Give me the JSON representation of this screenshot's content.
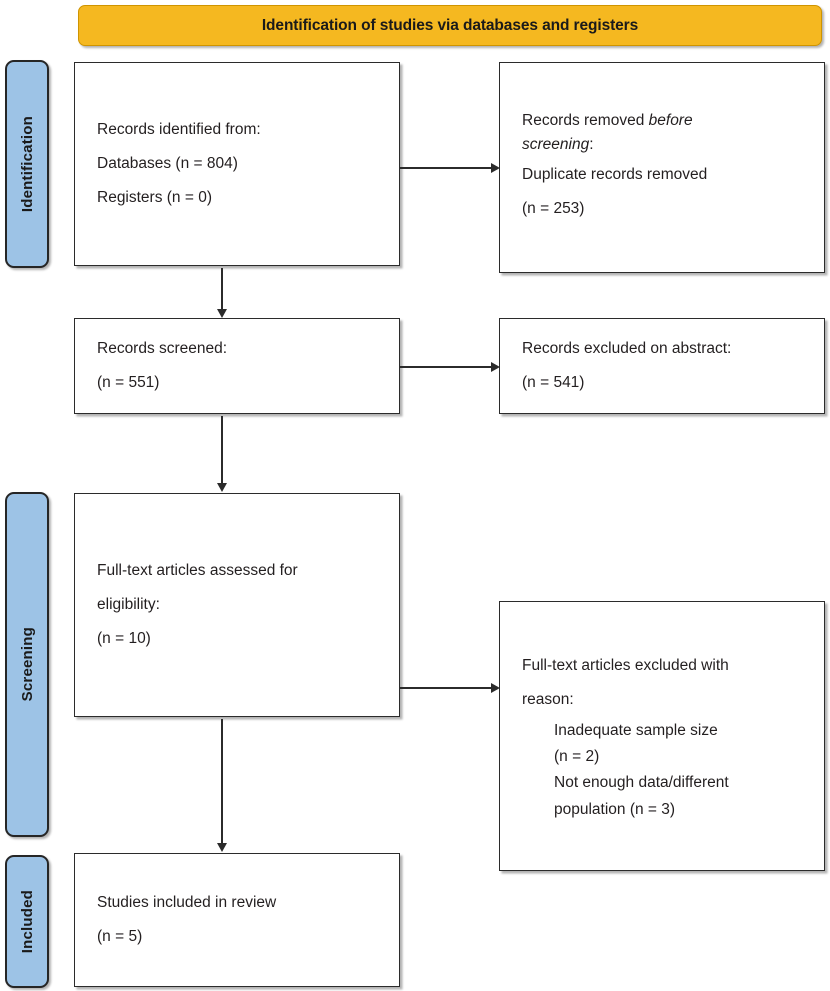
{
  "header": {
    "title": "Identification of studies via databases and registers",
    "bg_color": "#f5b820"
  },
  "stages": {
    "identification": "Identification",
    "screening": "Screening",
    "included": "Included",
    "bg_color": "#9dc3e6"
  },
  "boxes": {
    "identified": {
      "line1": "Records identified from:",
      "line2": "Databases (n = 804)",
      "line3": "Registers (n = 0)"
    },
    "removed": {
      "line1_prefix": "Records removed ",
      "line1_em": "before",
      "line2_em": "screening",
      "line2_suffix": ":",
      "line3": "Duplicate records removed",
      "line4": "(n = 253)"
    },
    "screened": {
      "line1": "Records screened:",
      "line2": "(n = 551)"
    },
    "excluded_abstract": {
      "line1": "Records excluded on abstract:",
      "line2": "(n = 541)"
    },
    "fulltext": {
      "line1": "Full-text articles assessed for",
      "line2": "eligibility:",
      "line3": "(n = 10)"
    },
    "excluded_reason": {
      "line1": "Full-text articles excluded with",
      "line2": "reason:",
      "line3": "Inadequate sample size",
      "line4": "(n = 2)",
      "line5": "Not enough data/different",
      "line6": "population (n = 3)"
    },
    "included": {
      "line1": "Studies included in review",
      "line2": "(n = 5)"
    }
  }
}
